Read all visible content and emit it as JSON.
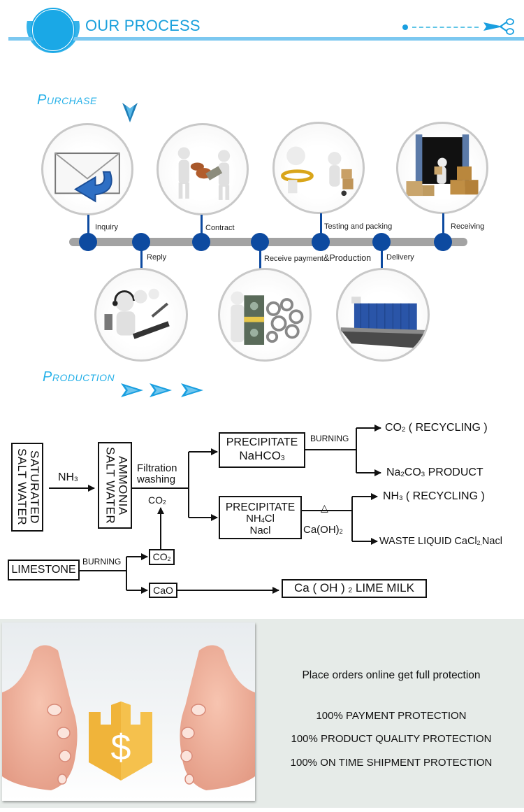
{
  "header": {
    "title": "OUR PROCESS",
    "accent_color": "#1aa8e6",
    "decor_icon": "scissors-icon"
  },
  "purchase": {
    "title_first": "P",
    "title_rest": "URCHASE",
    "marker_icon": "down-arrow-icon",
    "steps": [
      {
        "label": "Inquiry",
        "icon": "envelope-reply-icon",
        "position": "top"
      },
      {
        "label": "Reply",
        "icon": "call-center-icon",
        "position": "bottom"
      },
      {
        "label": "Contract",
        "icon": "handshake-stamp-icon",
        "position": "top"
      },
      {
        "label_prefix": "Receive payment",
        "label_suffix": "&Production",
        "icon": "money-gears-icon",
        "position": "bottom"
      },
      {
        "label": "Testing and packing",
        "icon": "inspection-packing-icon",
        "position": "top"
      },
      {
        "label": "Delivery",
        "icon": "cargo-ship-icon",
        "position": "bottom"
      },
      {
        "label": "Receiving",
        "icon": "container-boxes-icon",
        "position": "top"
      }
    ],
    "node_color": "#0d4aa0"
  },
  "production": {
    "title_first": "P",
    "title_rest": "RODUCTION",
    "arrow_icons": [
      "right-arrow-icon",
      "right-arrow-icon",
      "right-arrow-icon"
    ],
    "flow": {
      "saturated": "SATURATED SALT WATER",
      "nh3_label": "NH",
      "nh3_sub": "3",
      "ammonia": "AMMONIA SALT WATER",
      "filtration_1": "Filtration",
      "filtration_2": "washing",
      "co2_label": "CO",
      "co2_sub": "2",
      "precip1_line1": "PRECIPITATE",
      "precip1_line2": "NaHCO",
      "precip1_sub": "3",
      "burning": "BURNING",
      "out_co2": "CO",
      "out_co2_sub": "2",
      "out_co2_rest": " ( RECYCLING )",
      "out_na2co3_a": "Na",
      "out_na2co3_sub1": "2",
      "out_na2co3_b": "CO",
      "out_na2co3_sub2": "3",
      "out_na2co3_rest": " PRODUCT",
      "precip2_line1": "PRECIPITATE",
      "precip2_line2a": "NH",
      "precip2_line2sub": "4",
      "precip2_line2b": "Cl",
      "precip2_line3": "Nacl",
      "heat_symbol": "△",
      "caoh_label": "Ca(OH)",
      "caoh_sub": "2",
      "out_nh3": "NH",
      "out_nh3_sub": "3",
      "out_nh3_rest": " ( RECYCLING )",
      "out_waste_a": "WASTE LIQUID CaCl",
      "out_waste_sub": "2,",
      "out_waste_b": "Nacl",
      "limestone": "LIMESTONE",
      "burning2": "BURNING",
      "box_co2": "CO",
      "box_co2_sub": "2",
      "box_cao": "CaO",
      "lime_milk_a": "Ca ( OH ) ",
      "lime_milk_sub": "2",
      "lime_milk_b": " LIME MILK"
    }
  },
  "protection": {
    "image_icon": "hands-shield-dollar-icon",
    "headline": "Place orders online get full protection",
    "items": [
      "100% PAYMENT PROTECTION",
      "100% PRODUCT QUALITY PROTECTION",
      "100% ON TIME SHIPMENT PROTECTION"
    ],
    "background_color": "#e6ebe8"
  }
}
